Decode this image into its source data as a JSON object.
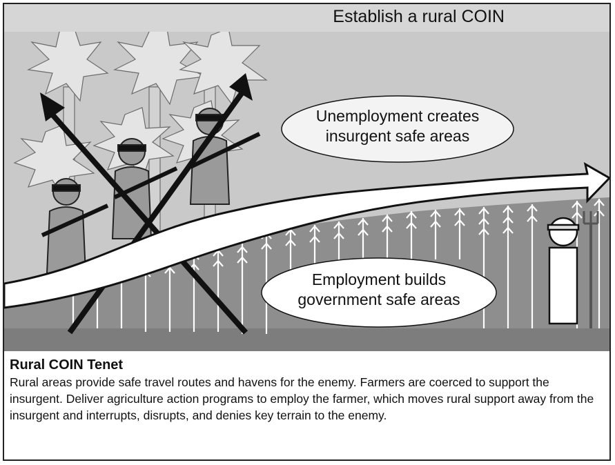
{
  "diagram": {
    "title": "Establish a rural COIN",
    "bubble_top": [
      "Unemployment creates",
      "insurgent safe areas"
    ],
    "bubble_bottom": [
      "Employment builds",
      "government safe areas"
    ]
  },
  "caption": {
    "title": "Rural COIN Tenet",
    "body": "Rural areas provide safe travel routes and havens for the enemy. Farmers are coerced to support the insurgent. Deliver agriculture action programs to employ the farmer, which moves rural support away from the insurgent and interrupts, disrupts, and denies key terrain to the enemy."
  },
  "colors": {
    "background_gray": "#c9c9c9",
    "field_gray": "#8e8e8e",
    "title_band": "#d6d6d6",
    "figure_gray": "#9a9a9a"
  }
}
